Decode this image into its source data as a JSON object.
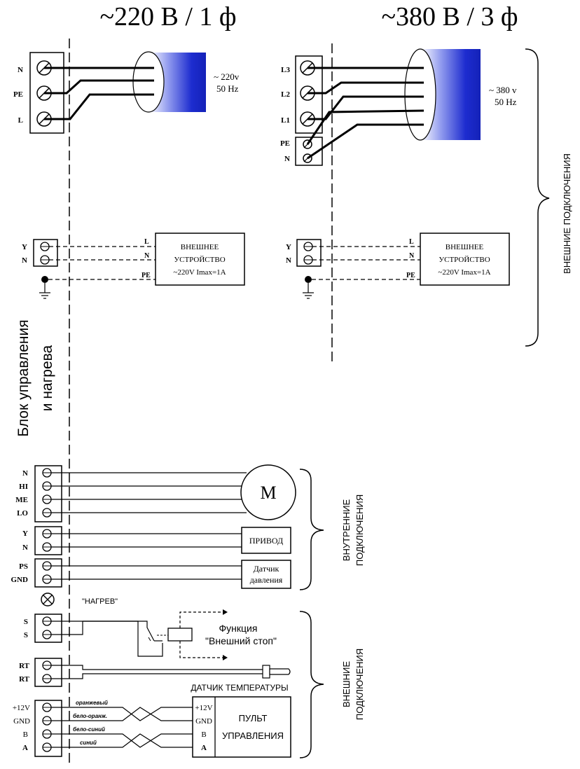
{
  "headers": {
    "single_phase": "~220 В / 1 ф",
    "three_phase": "~380 В / 3 ф"
  },
  "supply_220": {
    "terminals": [
      "N",
      "PE",
      "L"
    ],
    "label_line1": "~ 220v",
    "label_line2": "50 Hz"
  },
  "supply_380": {
    "terminals": [
      "L3",
      "L2",
      "L1",
      "PE",
      "N"
    ],
    "label_line1": "~ 380 v",
    "label_line2": "50 Hz"
  },
  "ext_device": {
    "terminals": [
      "Y",
      "N"
    ],
    "pins": [
      "L",
      "N",
      "PE"
    ],
    "line1": "ВНЕШНЕЕ",
    "line2": "УСТРОЙСТВО",
    "line3": "~220V  Imax=1A"
  },
  "side_labels": {
    "external_top": "ВНЕШНИЕ  ПОДКЛЮЧЕНИЯ",
    "control_unit_line1": "Блок управления",
    "control_unit_line2": "и  нагрева",
    "internal_line1": "ВНУТРЕННИЕ",
    "internal_line2": "ПОДКЛЮЧЕНИЯ",
    "external_bottom_line1": "ВНЕШНИЕ",
    "external_bottom_line2": "ПОДКЛЮЧЕНИЯ"
  },
  "motor": {
    "terminals": [
      "N",
      "HI",
      "ME",
      "LO"
    ],
    "symbol": "M"
  },
  "actuator": {
    "terminals": [
      "Y",
      "N"
    ],
    "label": "ПРИВОД"
  },
  "pressure_sensor": {
    "terminals": [
      "PS",
      "GND"
    ],
    "line1": "Датчик",
    "line2": "давления"
  },
  "heating_lamp_label": "\"НАГРЕВ\"",
  "external_stop": {
    "terminals": [
      "S",
      "S"
    ],
    "line1": "Функция",
    "line2": "\"Внешний стоп\""
  },
  "temp_sensor": {
    "terminals": [
      "RT",
      "RT"
    ],
    "label": "ДАТЧИК  ТЕМПЕРАТУРЫ"
  },
  "control_panel": {
    "terminals": [
      "+12V",
      "GND",
      "B",
      "A"
    ],
    "wire_colors": [
      "оранжевый",
      "бело-оранж.",
      "бело-синий",
      "синий"
    ],
    "pins": [
      "+12V",
      "GND",
      "B",
      "A"
    ],
    "line1": "ПУЛЬТ",
    "line2": "УПРАВЛЕНИЯ"
  },
  "colors": {
    "ink": "#000000",
    "cable_blue": "#1d2ccf"
  }
}
